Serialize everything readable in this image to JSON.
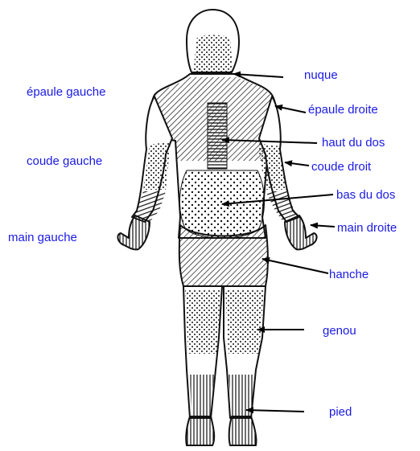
{
  "colors": {
    "label": "#1a1ae6",
    "outline": "#111111",
    "arrow": "#000000",
    "background": "#ffffff"
  },
  "labels": {
    "nuque": "nuque",
    "epaule_gauche": "épaule gauche",
    "epaule_droite": "épaule droite",
    "haut_du_dos": "haut du dos",
    "coude_gauche": "coude gauche",
    "coude_droit": "coude droit",
    "bas_du_dos": "bas du dos",
    "main_gauche": "main gauche",
    "main_droite": "main droite",
    "hanche": "hanche",
    "genou": "genou",
    "pied": "pied"
  }
}
